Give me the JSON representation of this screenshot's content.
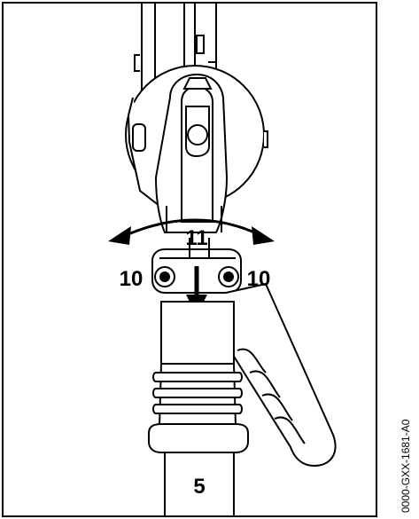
{
  "callouts": {
    "rotation": "11",
    "screw_left": "10",
    "screw_right": "10",
    "shaft": "5"
  },
  "figure_code": "0000-GXX-1681-A0",
  "colors": {
    "line": "#000000",
    "fill": "#ffffff"
  }
}
